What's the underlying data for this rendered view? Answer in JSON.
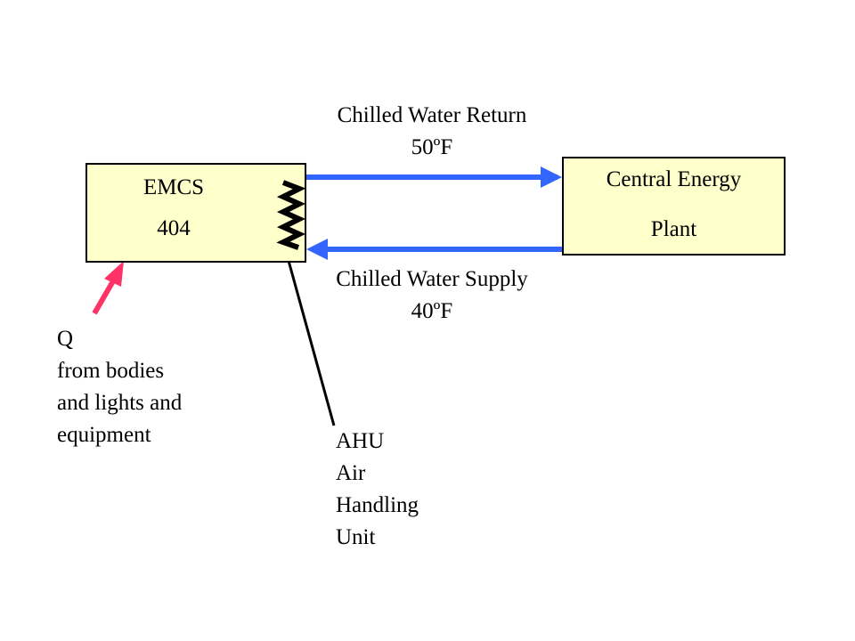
{
  "emcs": {
    "title": "EMCS",
    "number": "404"
  },
  "plant": {
    "line1": "Central Energy",
    "line2": "Plant"
  },
  "return": {
    "line1": "Chilled Water Return",
    "line2": "50ºF"
  },
  "supply": {
    "line1": "Chilled Water Supply",
    "line2": "40ºF"
  },
  "heat": {
    "lines": [
      "Q",
      "from bodies",
      "and lights and",
      "equipment"
    ]
  },
  "ahu": {
    "lines": [
      "AHU",
      "Air",
      "Handling",
      "Unit"
    ]
  },
  "colors": {
    "box_fill": "#ffffcc",
    "flow_arrow": "#3366ff",
    "heat_arrow": "#ff3366",
    "line": "#000000"
  }
}
